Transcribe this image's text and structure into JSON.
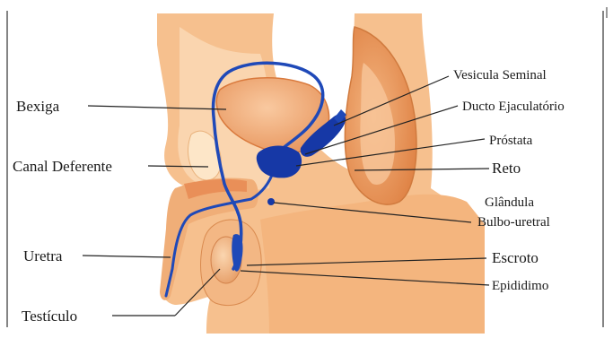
{
  "diagram": {
    "labels": {
      "bexiga": "Bexiga",
      "canal_deferente": "Canal Deferente",
      "uretra": "Uretra",
      "testiculo": "Testículo",
      "vesicula_seminal": "Vesicula Seminal",
      "ducto_ejaculatorio": "Ducto Ejaculatório",
      "prostata": "Próstata",
      "reto": "Reto",
      "glandula_line1": "Glândula",
      "glandula_line2": "Bulbo-uretral",
      "escroto": "Escroto",
      "epididimo": "Epididimo"
    },
    "colors": {
      "skin": "#f6c08e",
      "skin_light": "#fbdcba",
      "organ": "#eba06a",
      "organ_dark": "#d9793c",
      "duct_blue": "#1f49b8",
      "gland_blue": "#1638a6",
      "line": "#222222"
    }
  }
}
